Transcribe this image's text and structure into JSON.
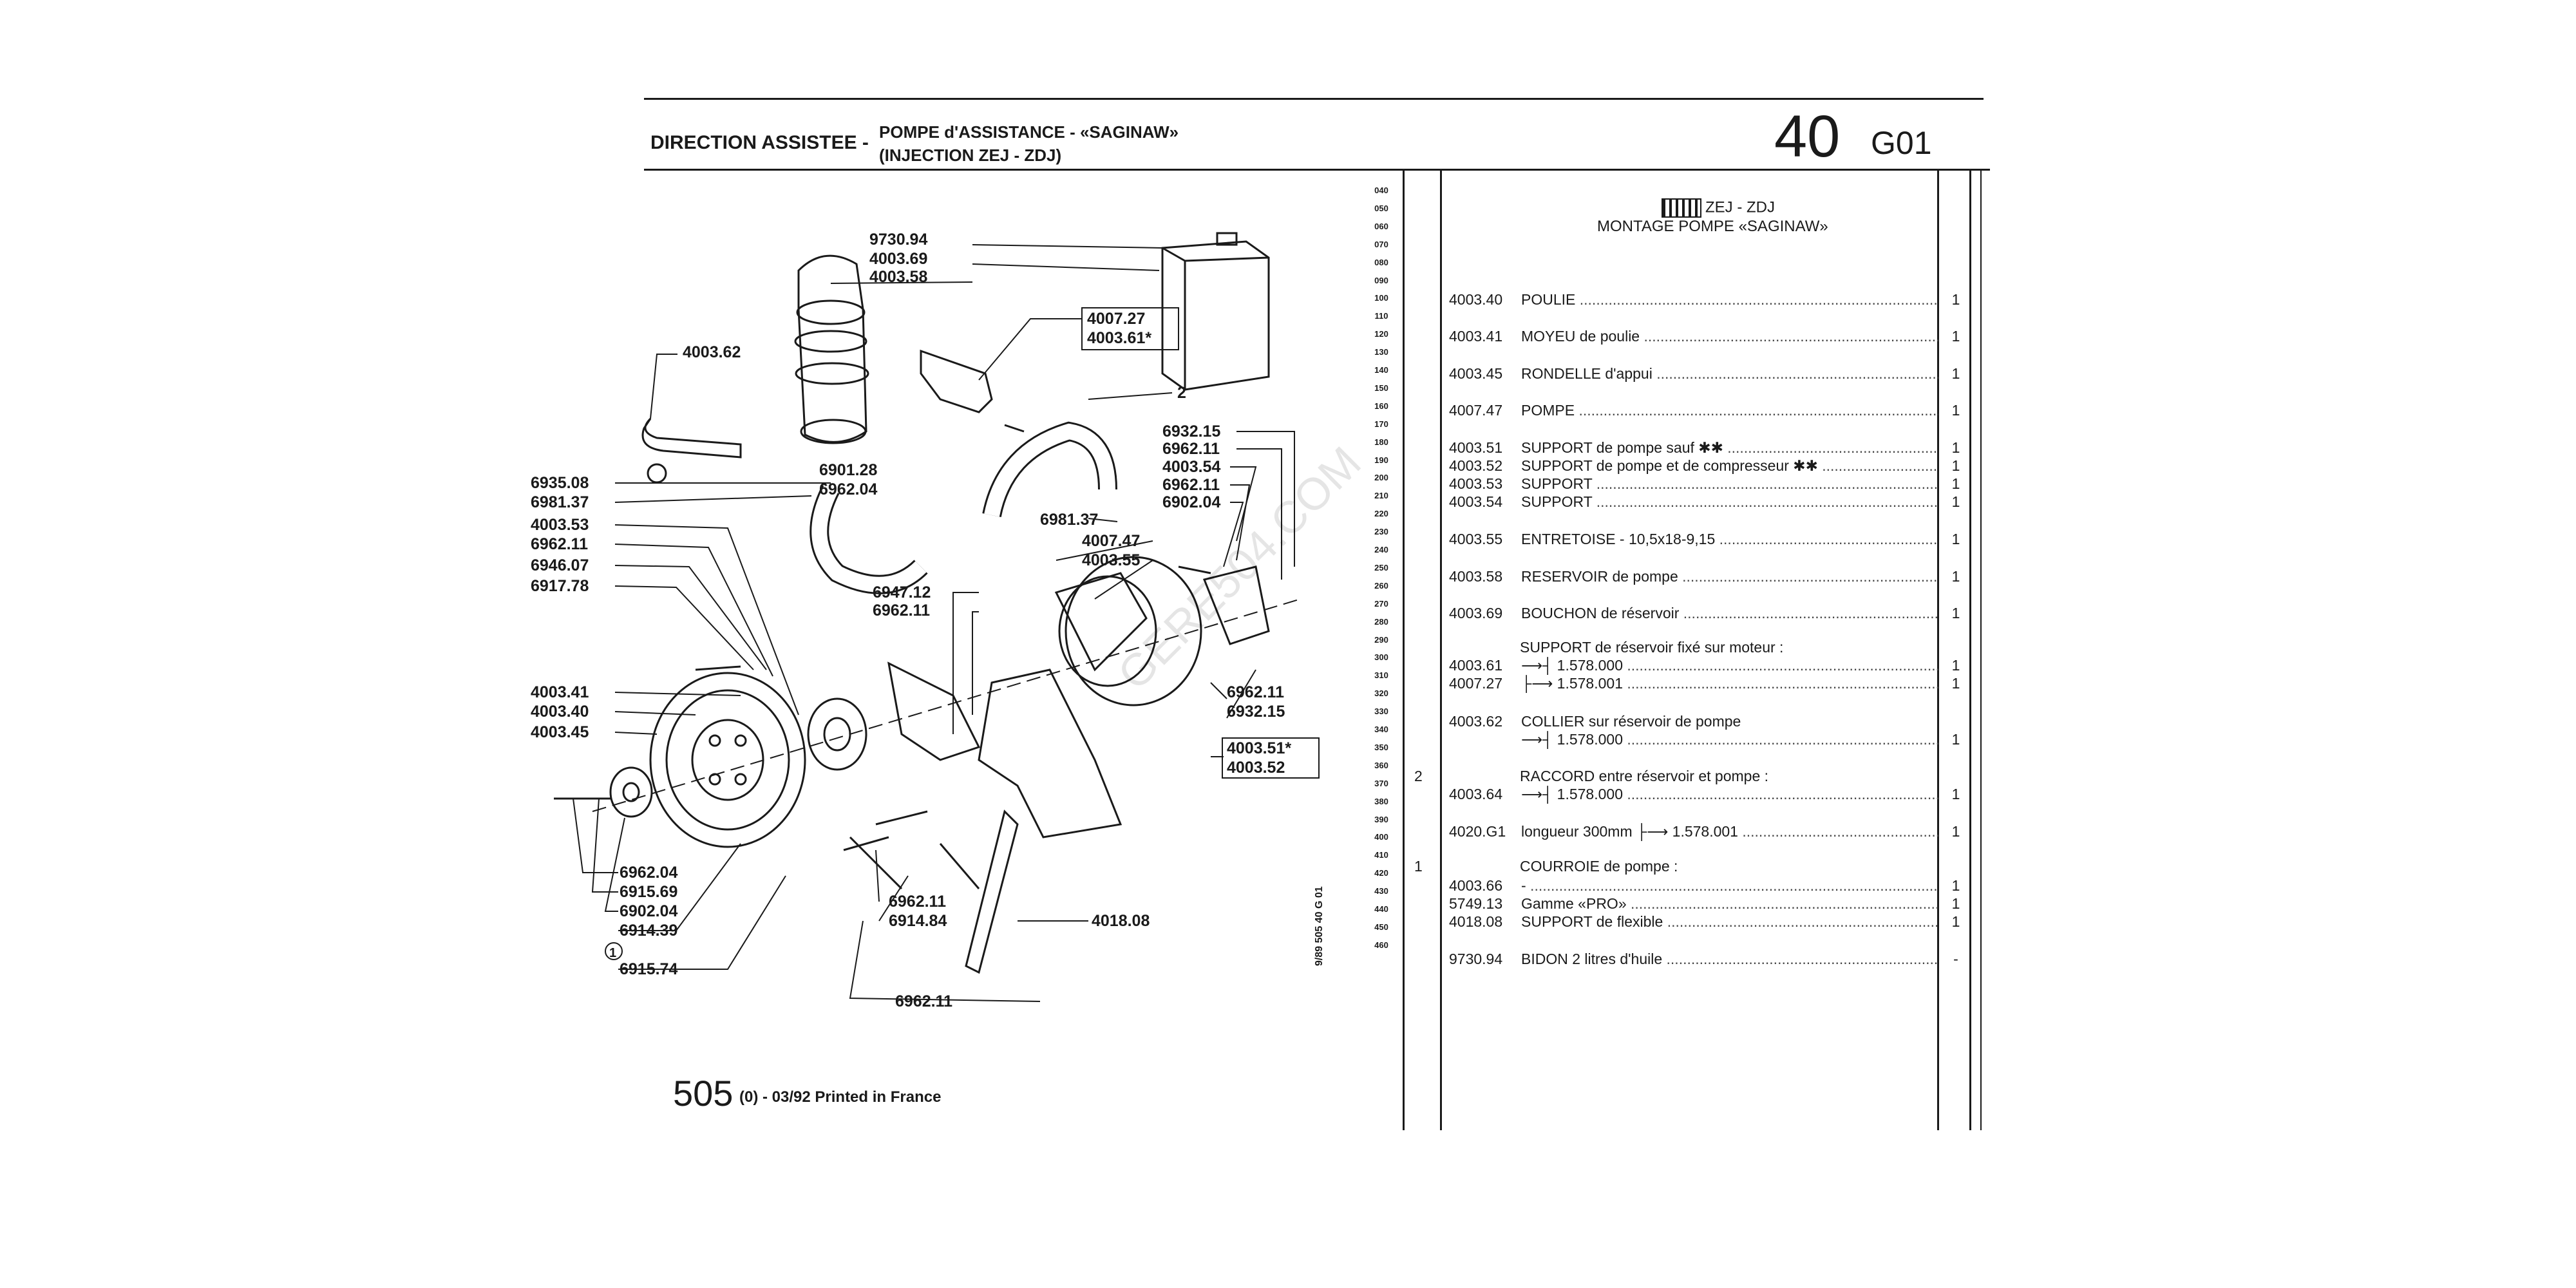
{
  "header": {
    "section": "DIRECTION ASSISTEE -",
    "subtitle_line1": "POMPE d'ASSISTANCE - «SAGINAW»",
    "subtitle_line2": "(INJECTION ZEJ - ZDJ)",
    "page_number": "40",
    "page_code": "G01"
  },
  "list_header": {
    "engine": "ZEJ - ZDJ",
    "title": "MONTAGE POMPE «SAGINAW»"
  },
  "line_numbers": [
    "040",
    "050",
    "060",
    "070",
    "080",
    "090",
    "100",
    "110",
    "120",
    "130",
    "140",
    "150",
    "160",
    "170",
    "180",
    "190",
    "200",
    "210",
    "220",
    "230",
    "240",
    "250",
    "260",
    "270",
    "280",
    "290",
    "300",
    "310",
    "320",
    "330",
    "340",
    "350",
    "360",
    "370",
    "380",
    "390",
    "400",
    "410",
    "420",
    "430",
    "440",
    "450",
    "460"
  ],
  "parts": [
    {
      "ref": "4003.40",
      "label": "POULIE",
      "qty": "1"
    },
    {
      "ref": "4003.41",
      "label": "MOYEU de poulie",
      "qty": "1"
    },
    {
      "ref": "4003.45",
      "label": "RONDELLE d'appui",
      "qty": "1"
    },
    {
      "ref": "4007.47",
      "label": "POMPE",
      "qty": "1"
    },
    {
      "ref": "4003.51",
      "label": "SUPPORT de pompe sauf ✱✱",
      "qty": "1"
    },
    {
      "ref": "4003.52",
      "label": "SUPPORT de pompe et de compresseur ✱✱",
      "qty": "1"
    },
    {
      "ref": "4003.53",
      "label": "SUPPORT",
      "qty": "1"
    },
    {
      "ref": "4003.54",
      "label": "SUPPORT",
      "qty": "1"
    },
    {
      "ref": "4003.55",
      "label": "ENTRETOISE - 10,5x18-9,15",
      "qty": "1"
    },
    {
      "ref": "4003.58",
      "label": "RESERVOIR de pompe",
      "qty": "1"
    },
    {
      "ref": "4003.69",
      "label": "BOUCHON de réservoir",
      "qty": "1"
    },
    {
      "ref": "4003.61",
      "label": "⟶┤ 1.578.000",
      "qty": "1"
    },
    {
      "ref": "4007.27",
      "label": "├⟶ 1.578.001",
      "qty": "1"
    },
    {
      "ref": "",
      "label": "⟶┤ 1.578.000",
      "qty": "1"
    },
    {
      "ref": "4003.64",
      "label": "⟶┤ 1.578.000",
      "qty": "1"
    },
    {
      "ref": "4020.G1",
      "label": "longueur 300mm ├⟶ 1.578.001",
      "qty": "1"
    },
    {
      "ref": "4003.66",
      "label": "-",
      "qty": "1"
    },
    {
      "ref": "5749.13",
      "label": "Gamme «PRO»",
      "qty": "1"
    },
    {
      "ref": "4018.08",
      "label": "SUPPORT de flexible",
      "qty": "1"
    },
    {
      "ref": "9730.94",
      "label": "BIDON 2 litres d'huile",
      "qty": "-"
    }
  ],
  "subheadings": {
    "reservoir_support": "SUPPORT de réservoir fixé sur moteur :",
    "collier": "COLLIER sur réservoir de pompe",
    "collier_ref": "4003.62",
    "raccord": "RACCORD entre réservoir et pompe :",
    "courroie": "COURROIE de pompe :"
  },
  "notes": {
    "raccord_note": "2",
    "courroie_note": "1"
  },
  "diagram_labels": {
    "l_9730_94": "9730.94",
    "l_4003_69": "4003.69",
    "l_4003_58": "4003.58",
    "l_4007_27": "4007.27",
    "l_4003_61": "4003.61*",
    "l_4003_62": "4003.62",
    "l_2": "2",
    "l_6935_08": "6935.08",
    "l_6981_37a": "6981.37",
    "l_6901_28": "6901.28",
    "l_6962_04a": "6962.04",
    "l_4003_53": "4003.53",
    "l_6962_11a": "6962.11",
    "l_6946_07": "6946.07",
    "l_6917_78": "6917.78",
    "l_6932_15a": "6932.15",
    "l_6962_11b": "6962.11",
    "l_4003_54": "4003.54",
    "l_6962_11c": "6962.11",
    "l_6902_04a": "6902.04",
    "l_6981_37b": "6981.37",
    "l_4007_47": "4007.47",
    "l_4003_55": "4003.55",
    "l_6947_12": "6947.12",
    "l_6962_11d": "6962.11",
    "l_4003_41": "4003.41",
    "l_4003_40": "4003.40",
    "l_4003_45": "4003.45",
    "l_6962_11e": "6962.11",
    "l_6932_15b": "6932.15",
    "l_4003_51": "4003.51*",
    "l_4003_52": "4003.52",
    "l_6962_04b": "6962.04",
    "l_6915_69": "6915.69",
    "l_6902_04b": "6902.04",
    "l_6914_39": "6914.39",
    "l_circle1": "1",
    "l_6915_74": "6915.74",
    "l_6962_11f": "6962.11",
    "l_6914_84": "6914.84",
    "l_4018_08": "4018.08",
    "l_6962_11g": "6962.11"
  },
  "footer": {
    "model": "505",
    "small": "(0) - 03/92 Printed in France",
    "vertical_code": "9/89   505 40 G 01"
  },
  "watermark": "GERE504.COM"
}
